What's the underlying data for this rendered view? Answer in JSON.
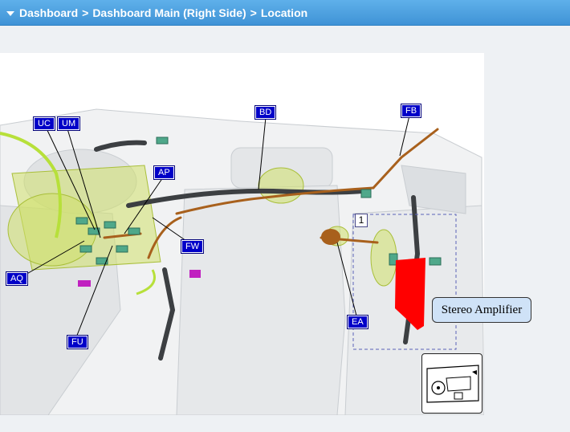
{
  "breadcrumb": {
    "items": [
      "Dashboard",
      "Dashboard Main (Right Side)",
      "Location"
    ],
    "separator": ">"
  },
  "callouts": {
    "uc": "UC",
    "um": "UM",
    "bd": "BD",
    "fb": "FB",
    "ap": "AP",
    "fw": "FW",
    "aq": "AQ",
    "ea": "EA",
    "fu": "FU",
    "num1": "1"
  },
  "tooltip": {
    "stereo_amplifier": "Stereo Amplifier"
  },
  "colors": {
    "header": "#4a9fe0",
    "callout": "#0000c8",
    "highlight_part": "#ff0000",
    "harness": "#a8601c",
    "connector_green": "#4fa88a",
    "tooltip_bg": "#cfe2f7"
  }
}
